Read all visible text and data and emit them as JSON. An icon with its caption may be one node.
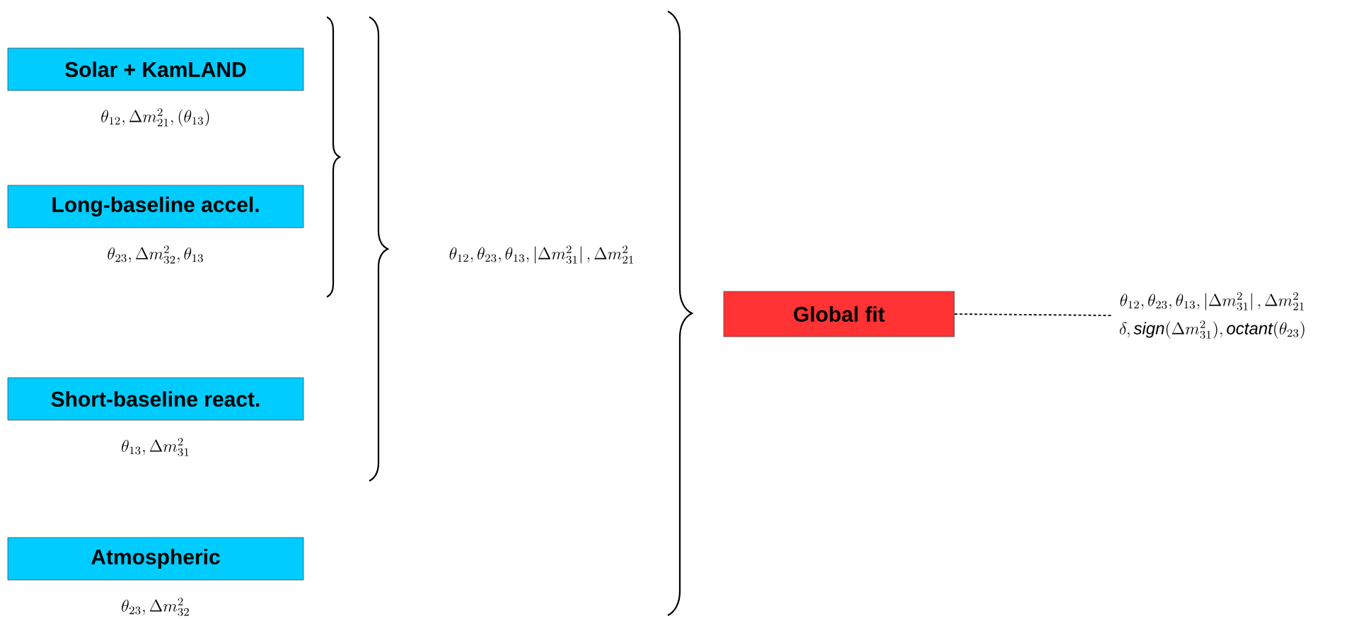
{
  "diagram": {
    "nodes": [
      {
        "text": [
          "Solar + KamLAND"
        ],
        "beside": [
          "\\theta_{12}, \\Delta m^2_{21}, (\\theta_{13})"
        ]
      },
      {
        "text": [
          "Long-baseline accel."
        ],
        "beside": [
          "\\theta_{23}, \\Delta m^2_{32}, \\theta_{13}"
        ]
      },
      {
        "text": [
          "Short-baseline react."
        ],
        "beside": [
          "\\theta_{13}, \\Delta m^2_{31}"
        ]
      },
      {
        "text": [
          "Atmospheric"
        ],
        "beside": [
          "\\theta_{23}, \\Delta m^2_{32}"
        ]
      },
      {
        "text": [
          "Global fit"
        ]
      },
      {
        "text": [
          "\\theta_{12}, \\theta_{23}, \\theta_{13}, \\left|\\Delta m^2_{31}\\right|, \\Delta m^2_{21}",
          "\\delta, \\mathit{sign}(\\Delta m^2_{31}), \\mathit{octant}(\\theta_{23})"
        ]
      }
    ],
    "edges": [
      {
        "from": 4,
        "to": 5,
        "arrow": "none",
        "style": "dashed"
      }
    ],
    "labels": [
      "\\theta_{12}, \\theta_{23}, \\theta_{13}, \\left|\\Delta m^2_{31}\\right|, \\Delta m^2_{21}"
    ]
  }
}
